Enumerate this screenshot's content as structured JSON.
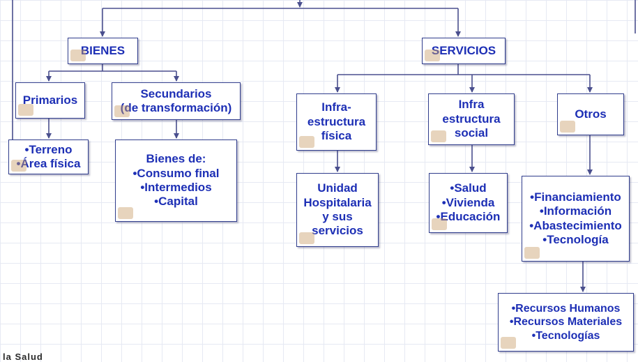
{
  "colors": {
    "text": "#1d2fb5",
    "border": "#2f3c8c",
    "line": "#4a4f8e",
    "grid": "#e6e9f3"
  },
  "nodes": {
    "bienes": {
      "lines": [
        "BIENES"
      ]
    },
    "servicios": {
      "lines": [
        "SERVICIOS"
      ]
    },
    "primarios": {
      "lines": [
        "Primarios"
      ]
    },
    "secundarios": {
      "lines": [
        "Secundarios",
        "(de transformación)"
      ]
    },
    "terreno": {
      "lines": [
        "•Terreno",
        "•Área física"
      ]
    },
    "bienes_de": {
      "lines": [
        "Bienes de:",
        "•Consumo final",
        "•Intermedios",
        "•Capital"
      ]
    },
    "infra_fisica": {
      "lines": [
        "Infra-",
        "estructura",
        "física"
      ]
    },
    "infra_social": {
      "lines": [
        "Infra",
        "estructura",
        "social"
      ]
    },
    "otros": {
      "lines": [
        "Otros"
      ]
    },
    "unidad": {
      "lines": [
        "Unidad",
        "Hospitalaria",
        "y sus",
        "servicios"
      ]
    },
    "salud": {
      "lines": [
        "•Salud",
        "•Vivienda",
        "•Educación"
      ]
    },
    "financiamiento": {
      "lines": [
        "•Financiamiento",
        "•Información",
        "•Abastecimiento",
        "•Tecnología"
      ]
    },
    "recursos": {
      "lines": [
        "•Recursos Humanos",
        "•Recursos Materiales",
        "•Tecnologías"
      ]
    }
  },
  "footer_text": "la  Salud"
}
